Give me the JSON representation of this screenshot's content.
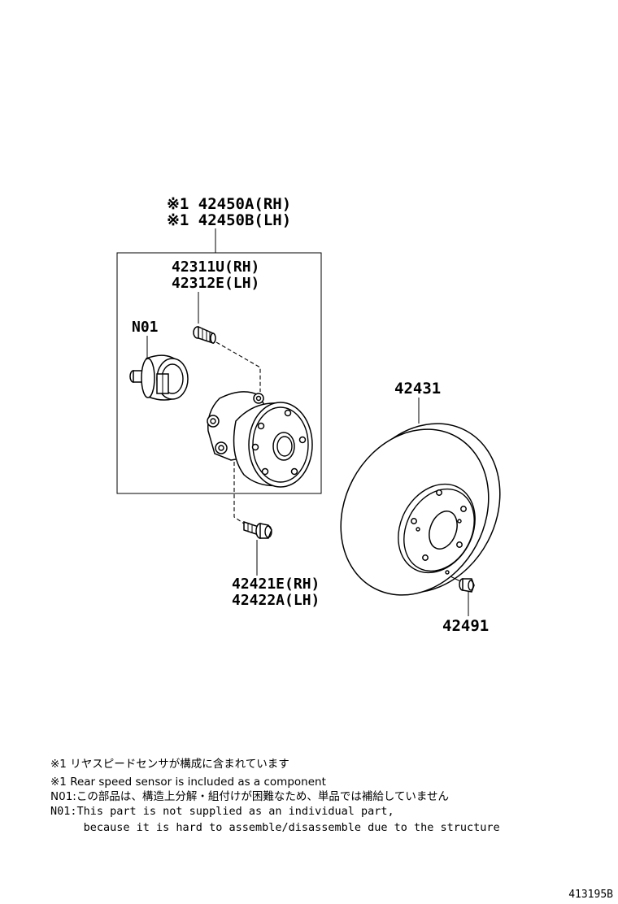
{
  "callouts": {
    "assembly_rh": "※1 42450A(RH)",
    "assembly_lh": "※1 42450B(LH)",
    "bolt_rh": "42311U(RH)",
    "bolt_lh": "42312E(LH)",
    "n01": "N01",
    "disc": "42431",
    "hub_bolt_rh": "42421E(RH)",
    "hub_bolt_lh": "42422A(LH)",
    "screw": "42491"
  },
  "notes": {
    "line1": "※1 リヤスピードセンサが構成に含まれています",
    "line2": "※1 Rear speed sensor is included as a component",
    "line3": "N01:この部品は、構造上分解・組付けが困難なため、単品では補給していません",
    "line4": "N01:This part is not supplied as an individual part,",
    "line5": "     because it is hard to assemble/disassemble due to the structure"
  },
  "reference_number": "413195B"
}
